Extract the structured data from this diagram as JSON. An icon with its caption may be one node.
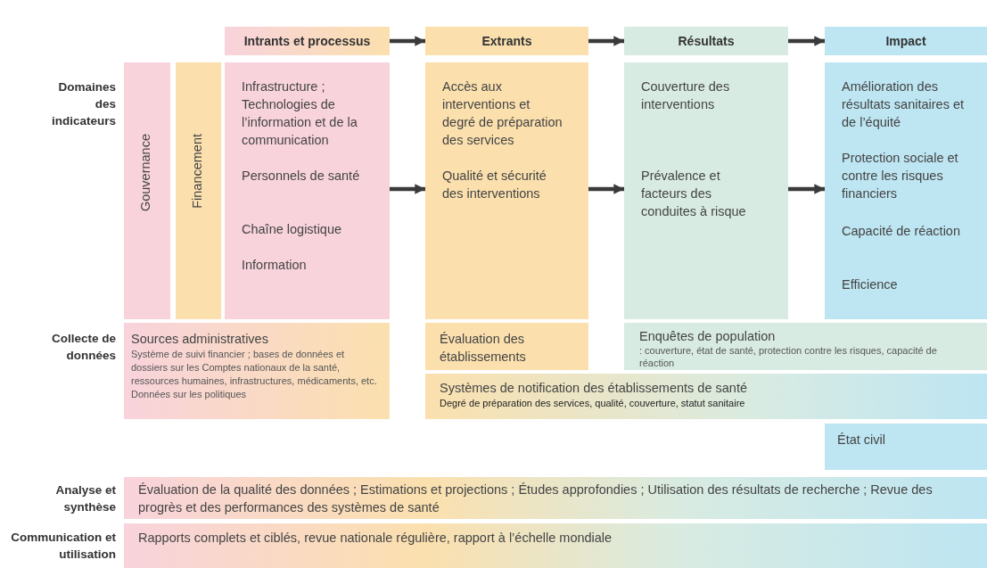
{
  "diagram": {
    "nodes": [
      {
        "text": [
          "Intrants et processus"
        ]
      },
      {
        "text": [
          "Extrants"
        ]
      },
      {
        "text": [
          "Résultats"
        ]
      },
      {
        "text": [
          "Impact"
        ]
      },
      {
        "text": [
          "Gouvernance"
        ]
      },
      {
        "text": [
          "Financement"
        ]
      },
      {
        "text": [
          "Infrastructure ; Technologies de l’information et de la communication",
          "Personnels de santé",
          "Chaîne logistique",
          "Information"
        ]
      },
      {
        "text": [
          "Accès aux interventions et degré de préparation des services",
          "Qualité et sécurité des interventions"
        ]
      },
      {
        "text": [
          "Couverture des interventions",
          "Prévalence et facteurs des conduites à risque"
        ]
      },
      {
        "text": [
          "Amélioration des résultats sanitaires et de l’équité",
          "Protection sociale et contre les risques financiers",
          "Capacité de réaction",
          "Efficience"
        ]
      },
      {
        "text": [
          "Sources administratives",
          "Système de suivi financier ; bases de données et dossiers sur les Comptes nationaux de la santé, ressources humaines, infrastructures, médicaments, etc. Données sur les politiques"
        ]
      },
      {
        "text": [
          "Évaluation des établissements"
        ]
      },
      {
        "text": [
          "Enquêtes de population",
          ": couverture, état de santé, protection contre les risques, capacité de réaction"
        ]
      },
      {
        "text": [
          "Systèmes de notification des établissements de santé",
          "Degré de préparation des services, qualité, couverture, statut sanitaire"
        ]
      },
      {
        "text": [
          "État civil"
        ]
      },
      {
        "text": [
          "Évaluation de la qualité des données ; Estimations et projections ; Études approfondies ; Utilisation des résultats de recherche ; Revue des progrès et des performances des systèmes de santé"
        ]
      },
      {
        "text": [
          "Rapports complets et ciblés, revue nationale régulière, rapport à l’échelle mondiale"
        ]
      }
    ],
    "edges": [
      {
        "from": 0,
        "to": 1,
        "arrow": "to"
      },
      {
        "from": 1,
        "to": 2,
        "arrow": "to"
      },
      {
        "from": 2,
        "to": 3,
        "arrow": "to"
      },
      {
        "from": 6,
        "to": 7,
        "arrow": "to"
      },
      {
        "from": 7,
        "to": 8,
        "arrow": "to"
      },
      {
        "from": 8,
        "to": 9,
        "arrow": "to"
      }
    ],
    "labels": [
      "Domaines des indicateurs",
      "Collecte de données",
      "Analyse et synthèse",
      "Communication et utilisation"
    ]
  }
}
